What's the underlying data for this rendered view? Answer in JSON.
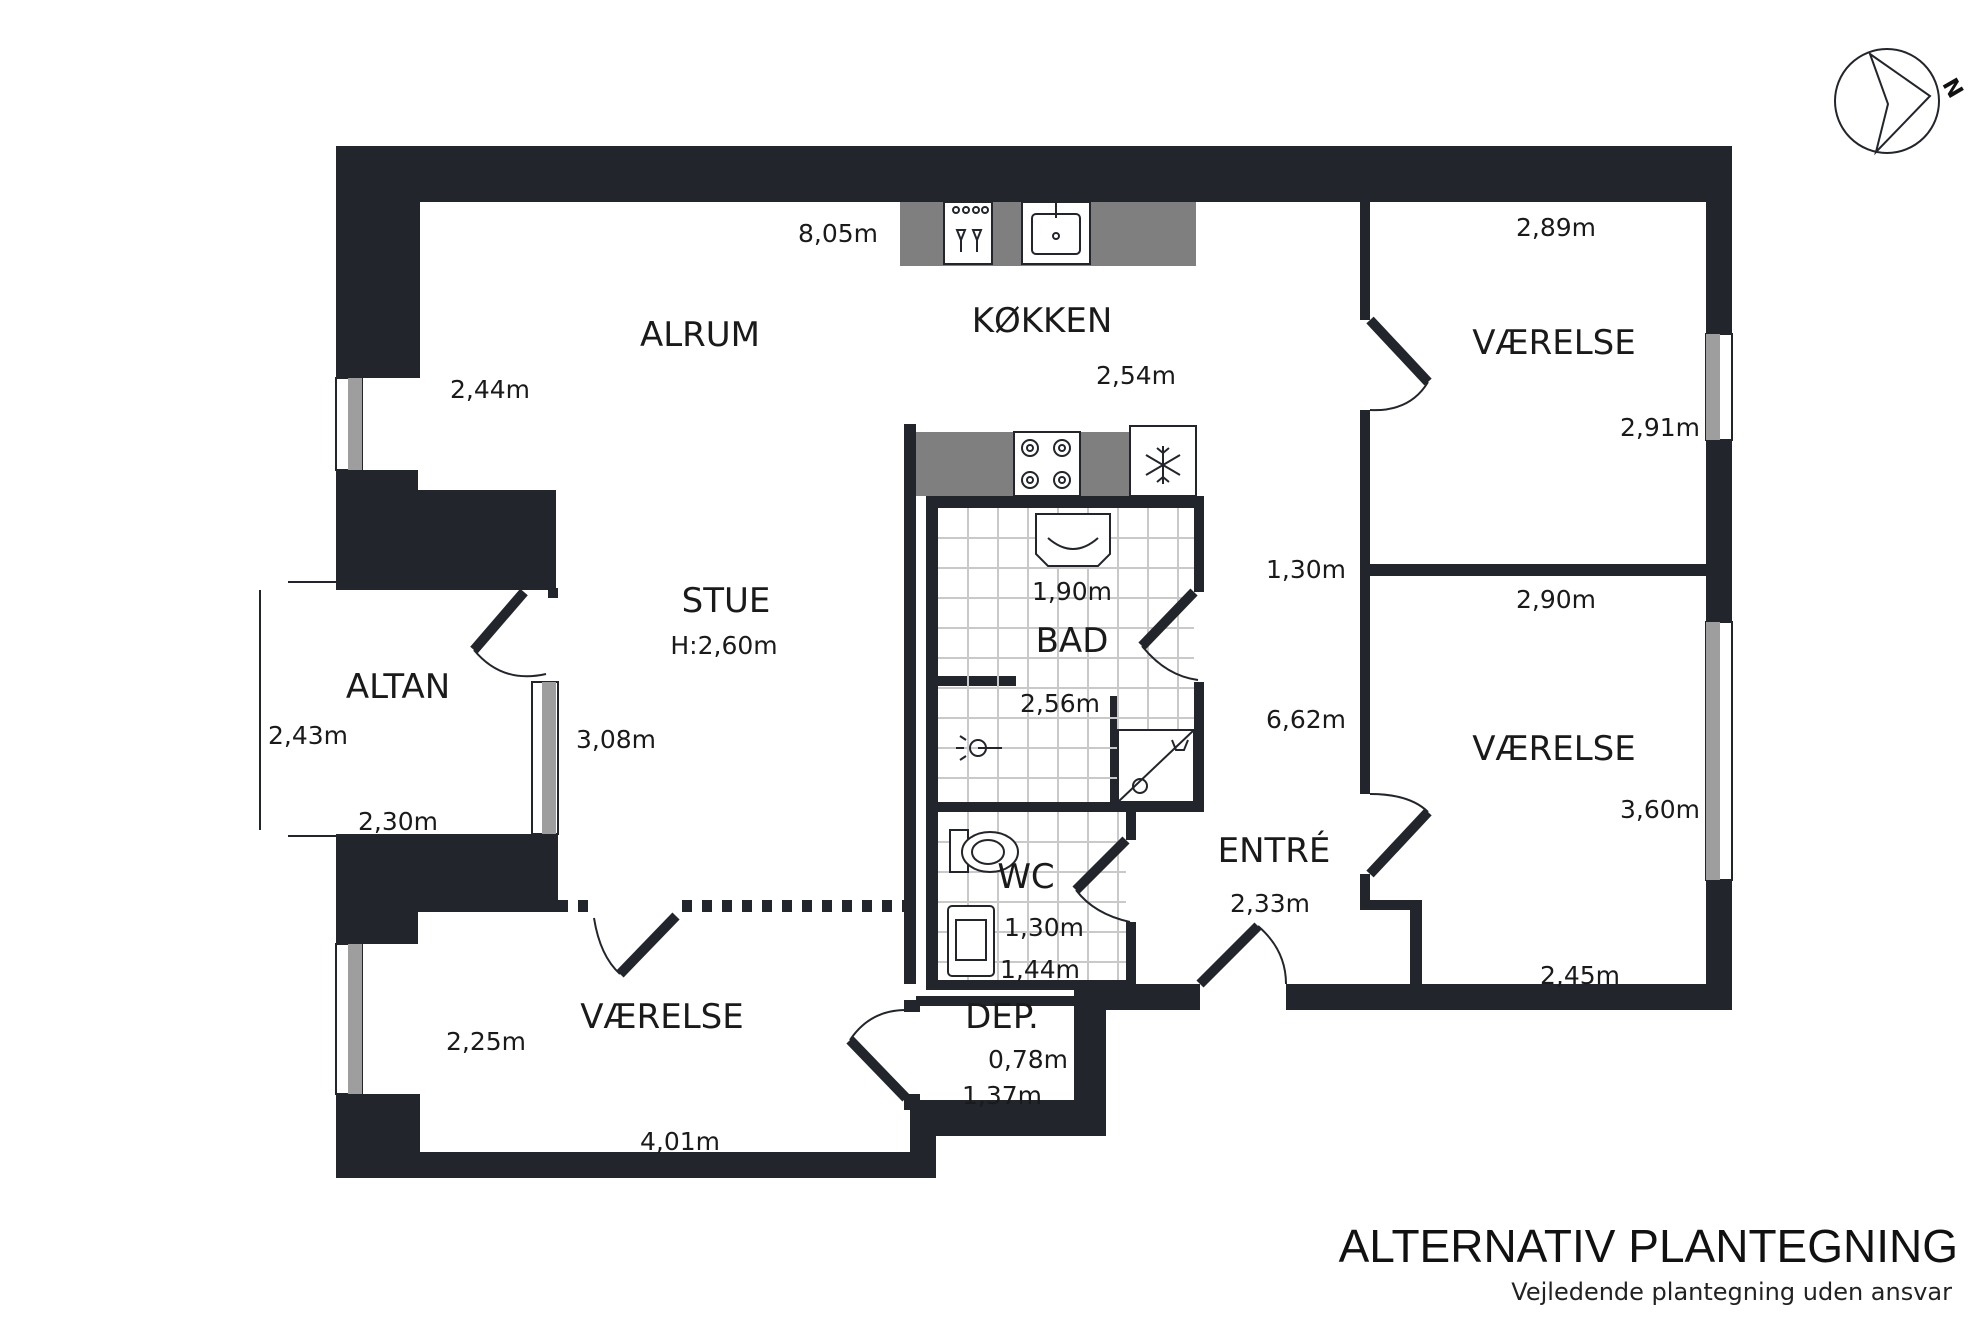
{
  "rooms": {
    "alrum": "ALRUM",
    "kokken": "KØKKEN",
    "stue": "STUE",
    "stue_height": "H:2,60m",
    "altan": "ALTAN",
    "bad": "BAD",
    "wc": "WC",
    "dep": "DEP.",
    "entre": "ENTRÉ",
    "vaerelse_top": "VÆRELSE",
    "vaerelse_mid": "VÆRELSE",
    "vaerelse_bottom": "VÆRELSE"
  },
  "dimensions": {
    "kitchen_length": "8,05m",
    "alrum_width": "2,44m",
    "kokken_width": "2,54m",
    "stue_width": "3,08m",
    "altan_height": "2,43m",
    "altan_width": "2,30m",
    "bad_width": "1,90m",
    "bad_length": "2,56m",
    "wc_width": "1,30m",
    "wc_length": "1,44m",
    "dep_width": "0,78m",
    "dep_length": "1,37m",
    "entre_width": "2,33m",
    "hall_width": "1,30m",
    "hall_length": "6,62m",
    "vaerelse_top_width": "2,89m",
    "vaerelse_top_length": "2,91m",
    "vaerelse_mid_width": "2,90m",
    "vaerelse_mid_length": "3,60m",
    "vaerelse_bottom_right_width": "2,45m",
    "vaerelse_bottom_length": "2,25m",
    "vaerelse_bottom_width": "4,01m"
  },
  "compass": {
    "label": "N"
  },
  "footer": {
    "title": "ALTERNATIV PLANTEGNING",
    "subtitle": "Vejledende plantegning uden ansvar"
  }
}
